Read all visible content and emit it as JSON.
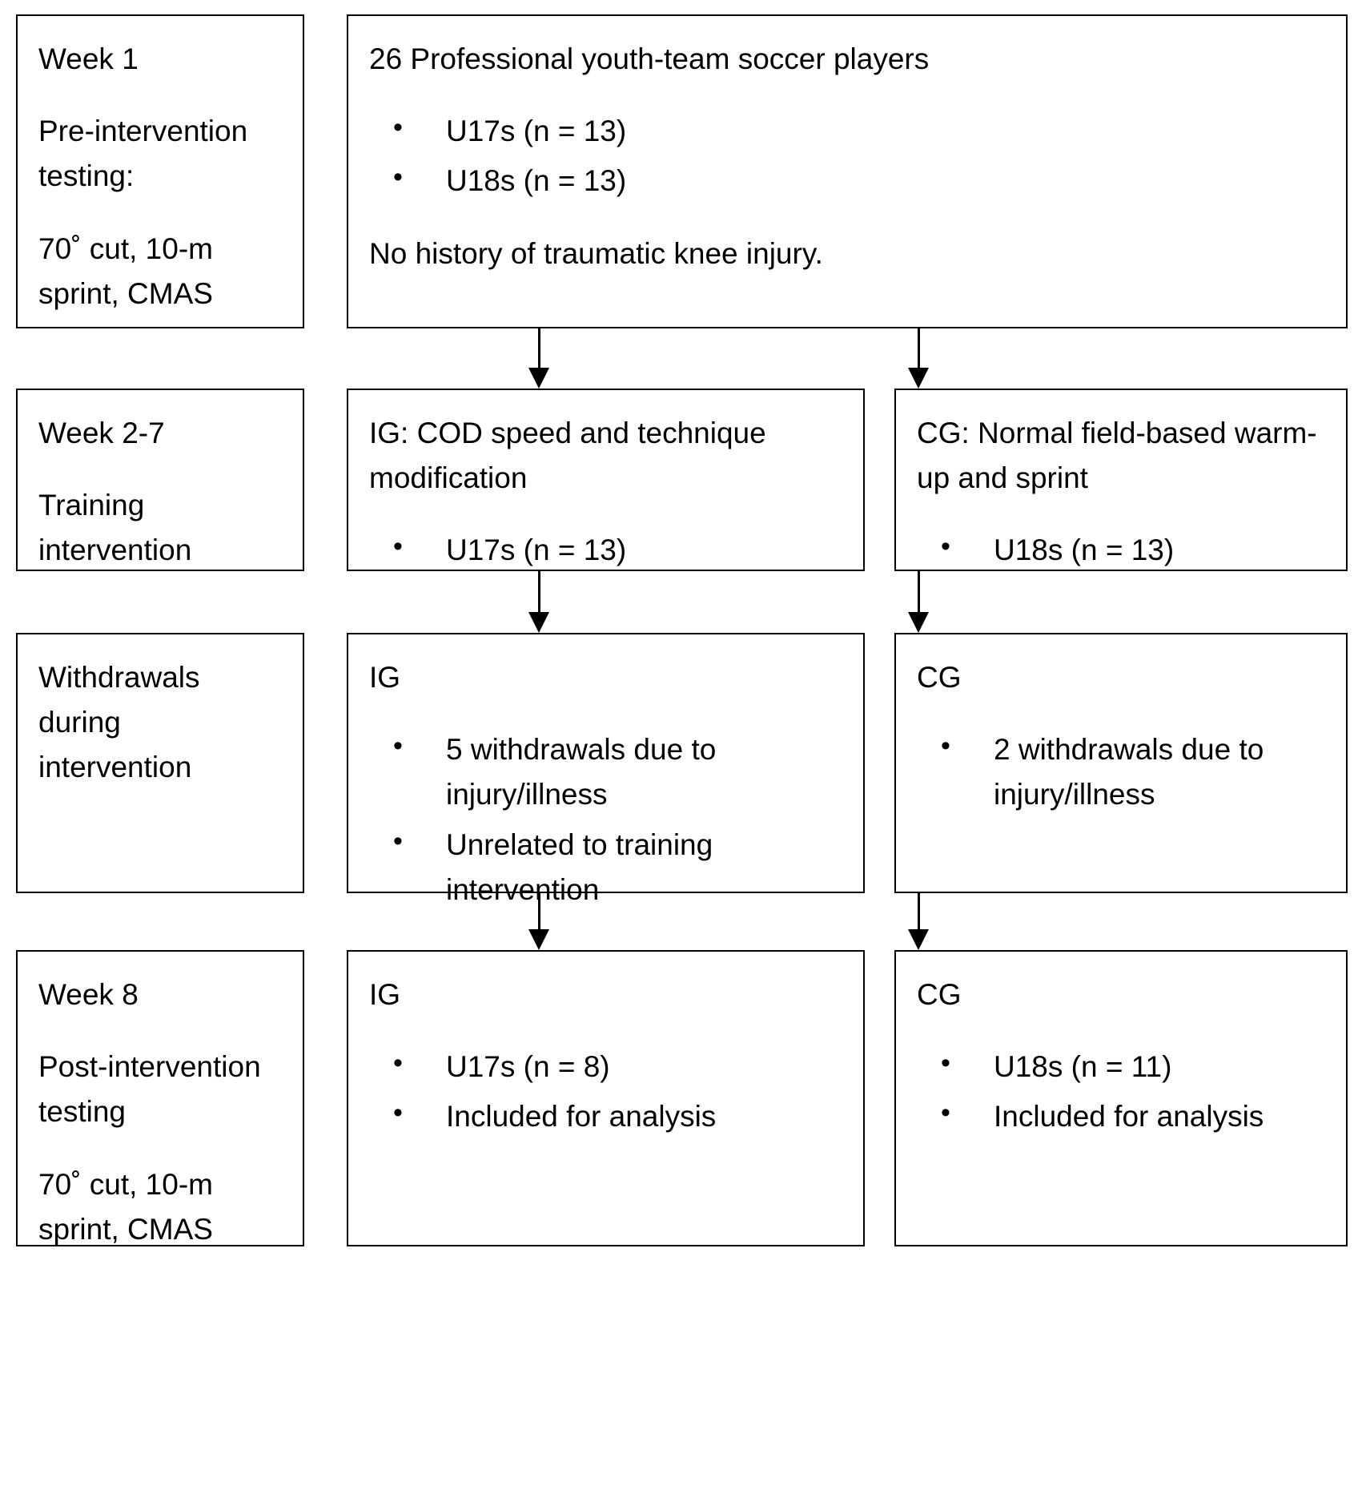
{
  "diagram": {
    "title": "Study design flow chart",
    "border_color": "#000000",
    "background_color": "#ffffff",
    "rows": [
      {
        "id": "week-1",
        "stage_label": "Week 1\n\nPre-intervention testing:\n\n70˚ cut, 10-m sprint, CMAS",
        "stage_lines": [
          "Week 1",
          "Pre-intervention testing:",
          "70˚ cut, 10-m sprint, CMAS"
        ],
        "participants": {
          "heading": "26 Professional youth-team soccer players",
          "bullets": [
            "U17s (n = 13)",
            "U18s (n = 13)"
          ],
          "footnote": "No history of traumatic knee injury."
        }
      },
      {
        "id": "week-2-7",
        "stage_lines": [
          "Week 2-7",
          "Training intervention"
        ],
        "intervention_group": {
          "heading": "IG: COD speed and technique modification",
          "bullets": [
            "U17s (n = 13)"
          ]
        },
        "control_group": {
          "heading": "CG: Normal field-based warm-up and sprint",
          "bullets": [
            "U18s (n = 13)"
          ]
        }
      },
      {
        "id": "withdrawals",
        "stage_lines": [
          "Withdrawals during intervention"
        ],
        "intervention_group": {
          "heading": "IG",
          "bullets": [
            "5 withdrawals due to injury/illness",
            "Unrelated to training intervention"
          ]
        },
        "control_group": {
          "heading": "CG",
          "bullets": [
            "2 withdrawals due to injury/illness"
          ]
        }
      },
      {
        "id": "week-8",
        "stage_lines": [
          "Week 8",
          "Post-intervention testing",
          "70˚ cut, 10-m sprint, CMAS"
        ],
        "intervention_group": {
          "heading": "IG",
          "bullets": [
            "U17s (n = 8)",
            "Included for analysis"
          ]
        },
        "control_group": {
          "heading": "CG",
          "bullets": [
            "U18s (n = 11)",
            "Included for analysis"
          ]
        }
      }
    ]
  }
}
